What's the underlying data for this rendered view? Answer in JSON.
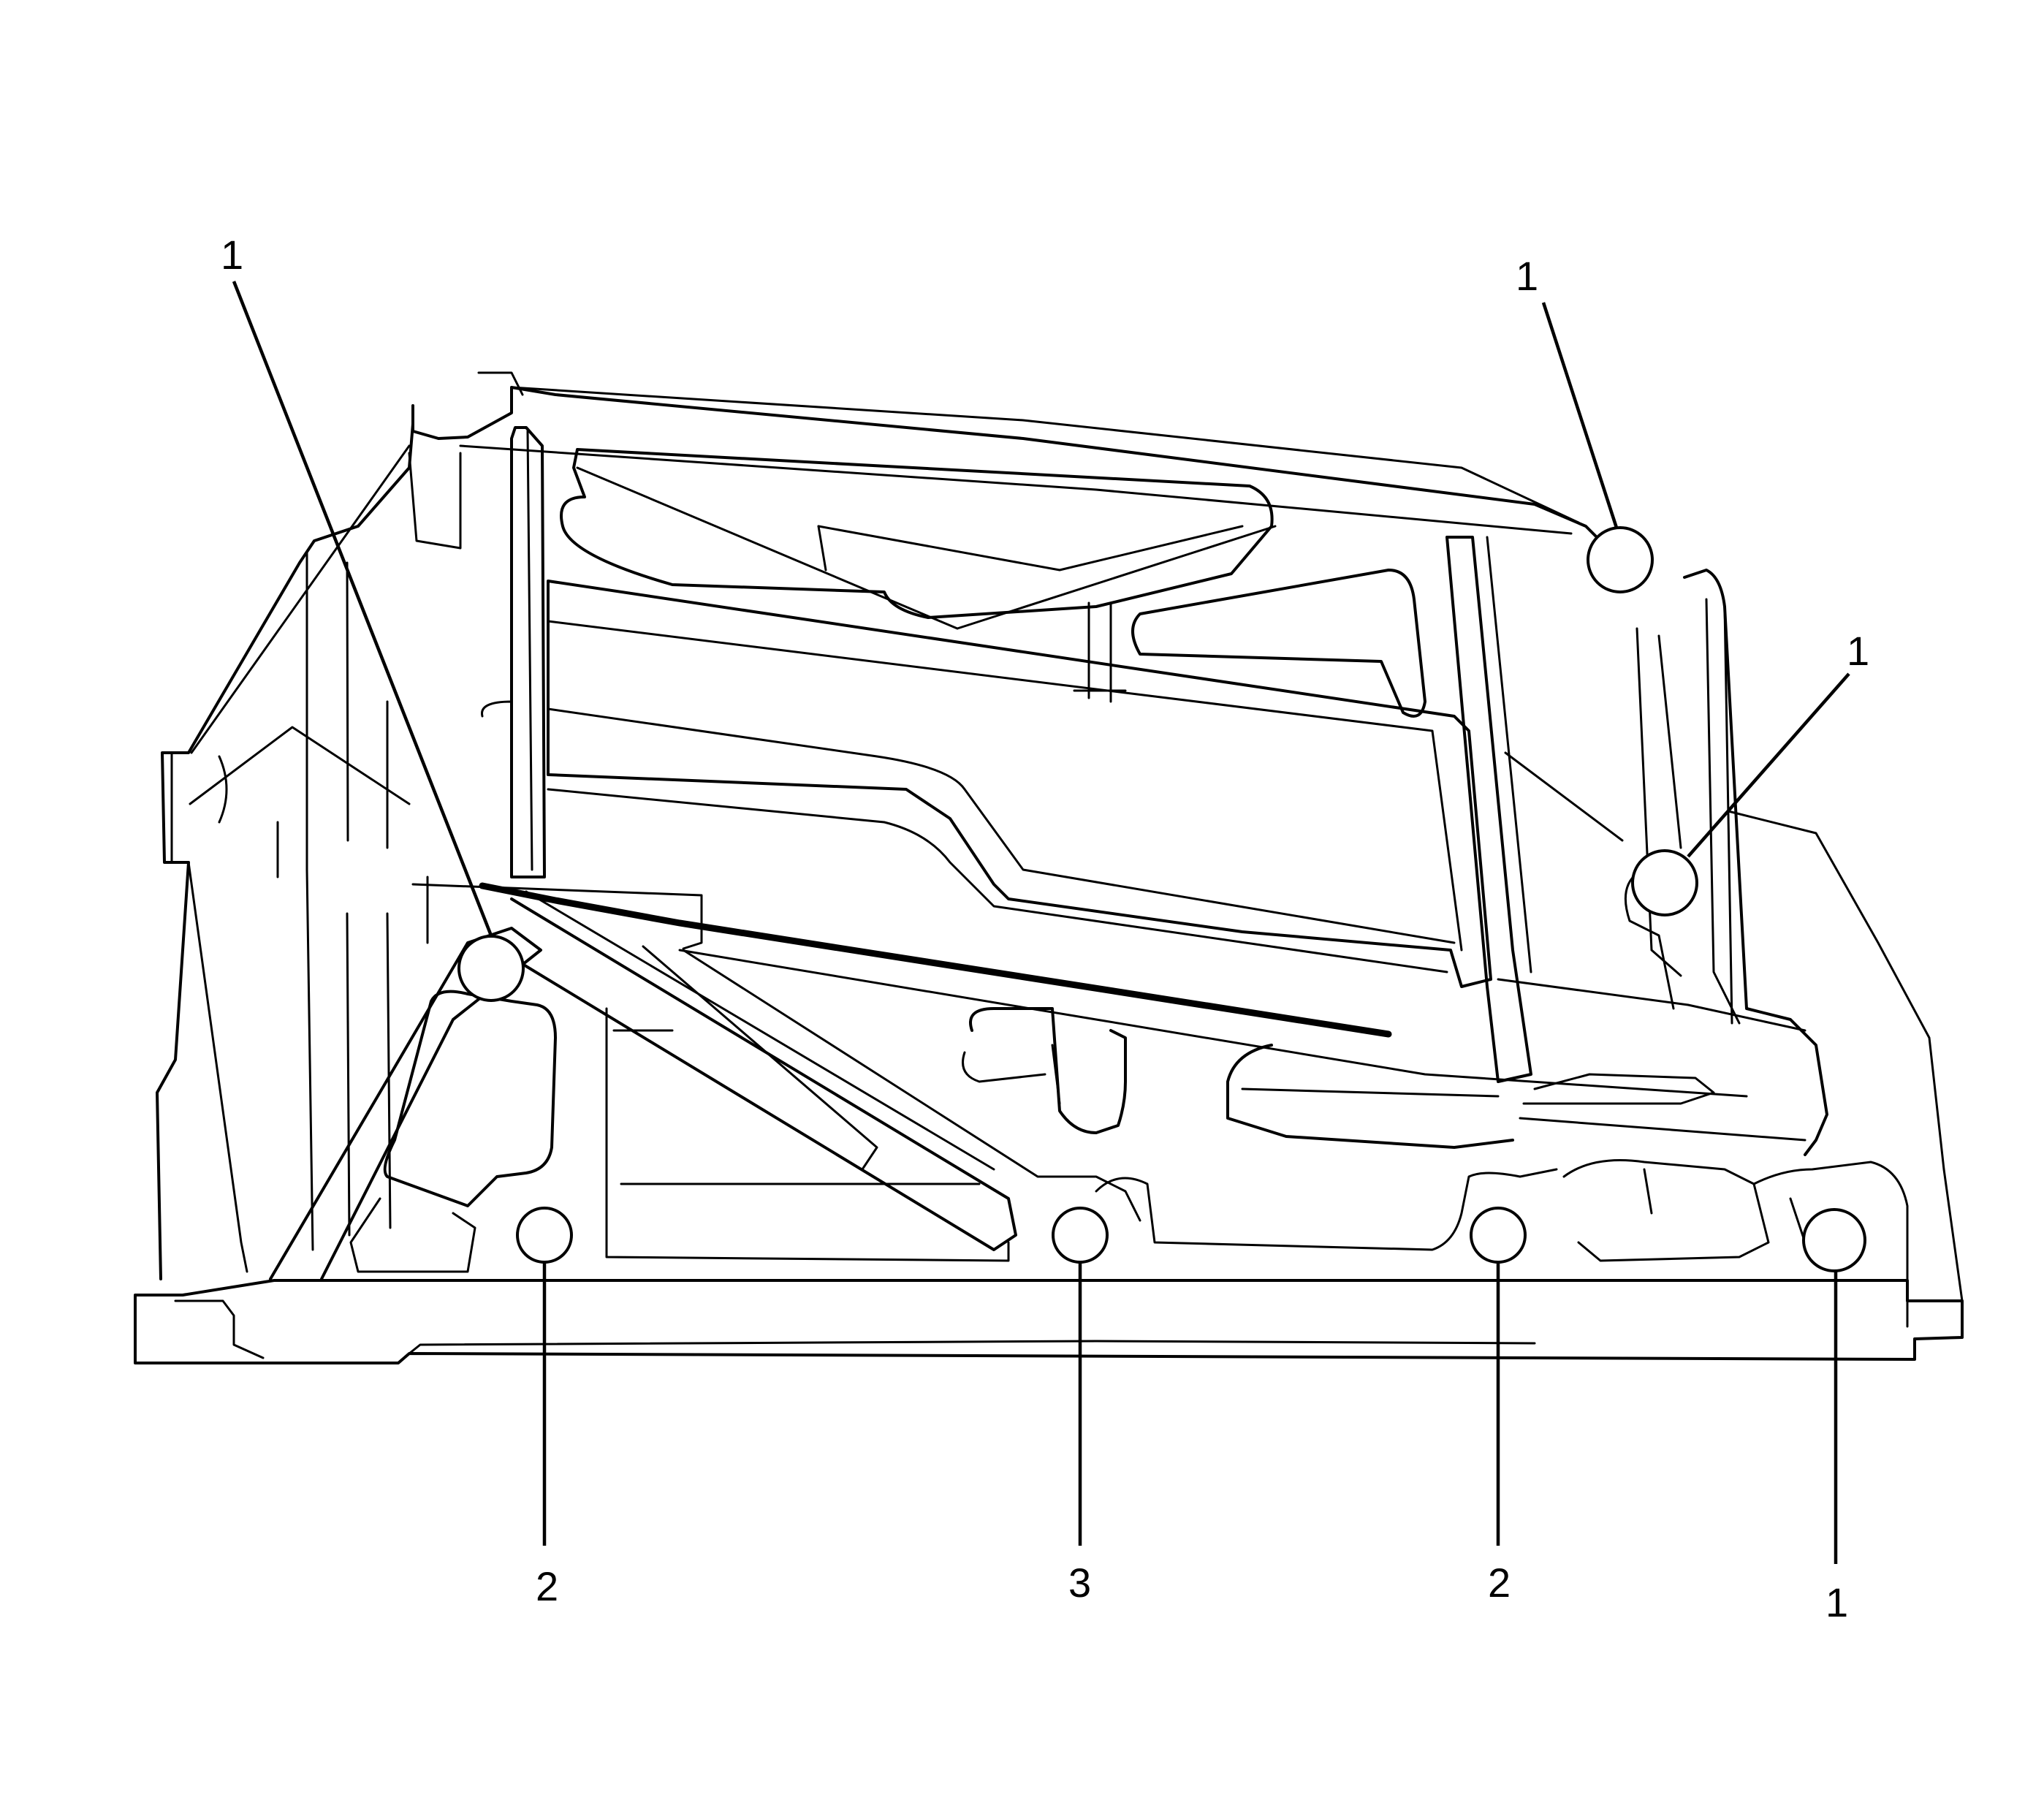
{
  "callouts": [
    {
      "id": "c-top-left",
      "label": "1"
    },
    {
      "id": "c-top-right",
      "label": "1"
    },
    {
      "id": "c-right-mid",
      "label": "1"
    },
    {
      "id": "c-bottom-2-left",
      "label": "2"
    },
    {
      "id": "c-bottom-3",
      "label": "3"
    },
    {
      "id": "c-bottom-2-right",
      "label": "2"
    },
    {
      "id": "c-bottom-1-right",
      "label": "1"
    }
  ]
}
